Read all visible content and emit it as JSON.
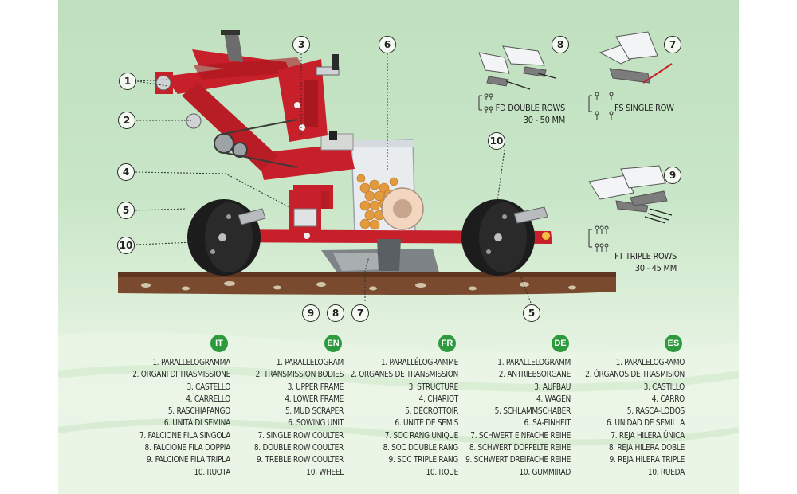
{
  "callouts": {
    "c1": "1",
    "c2": "2",
    "c3": "3",
    "c4": "4",
    "c5a": "5",
    "c5b": "5",
    "c6": "6",
    "c7top": "7",
    "c7bot": "7",
    "c8top": "8",
    "c8bot": "8",
    "c9top": "9",
    "c9bot": "9",
    "c10a": "10",
    "c10b": "10"
  },
  "variants": {
    "fd": {
      "line1": "FD DOUBLE ROWS",
      "line2": "30 - 50 MM"
    },
    "fs": {
      "line1": "FS SINGLE ROW"
    },
    "ft": {
      "line1": "FT TRIPLE ROWS",
      "line2": "30 - 45 MM"
    }
  },
  "colors": {
    "frame_red": "#c8202a",
    "wheel_black": "#1c1c1c",
    "seed_orange": "#e39a3c",
    "soil_brown": "#7a4a2e",
    "badge_green": "#2e9a3e"
  },
  "legend": [
    {
      "code": "IT",
      "items": [
        "1. PARALLELOGRAMMA",
        "2. ORGANI DI TRASMISSIONE",
        "3. CASTELLO",
        "4. CARRELLO",
        "5. RASCHIAFANGO",
        "6. UNITÀ DI SEMINA",
        "7. FALCIONE FILA SINGOLA",
        "8. FALCIONE FILA DOPPIA",
        "9. FALCIONE FILA TRIPLA",
        "10. RUOTA"
      ]
    },
    {
      "code": "EN",
      "items": [
        "1. PARALLELOGRAM",
        "2. TRANSMISSION BODIES",
        "3. UPPER FRAME",
        "4. LOWER FRAME",
        "5. MUD SCRAPER",
        "6. SOWING UNIT",
        "7. SINGLE ROW COULTER",
        "8. DOUBLE ROW COULTER",
        "9. TREBLE ROW COULTER",
        "10. WHEEL"
      ]
    },
    {
      "code": "FR",
      "items": [
        "1. PARALLÉLOGRAMME",
        "2. ORGANES DE TRANSMISSION",
        "3. STRUCTURE",
        "4. CHARIOT",
        "5. DÉCROTTOIR",
        "6. UNITÉ DE SEMIS",
        "7. SOC RANG UNIQUE",
        "8. SOC DOUBLE RANG",
        "9. SOC TRIPLE RANG",
        "10. ROUE"
      ]
    },
    {
      "code": "DE",
      "items": [
        "1. PARALLELOGRAMM",
        "2. ANTRIEBSORGANE",
        "3. AUFBAU",
        "4. WAGEN",
        "5. SCHLAMMSCHABER",
        "6. SÄ-EINHEIT",
        "7. SCHWERT EINFACHE REIHE",
        "8. SCHWERT DOPPELTE REIHE",
        "9. SCHWERT DREIFACHE REIHE",
        "10. GUMMIRAD"
      ]
    },
    {
      "code": "ES",
      "items": [
        "1. PARALELOGRAMO",
        "2. ÓRGANOS DE TRASMISIÓN",
        "3. CASTILLO",
        "4. CARRO",
        "5. RASCA-LODOS",
        "6. UNIDAD DE SEMILLA",
        "7. REJA HILERA ÚNICA",
        "8. REJA HILERA DOBLE",
        "9. REJA HILERA TRIPLE",
        "10. RUEDA"
      ]
    }
  ]
}
